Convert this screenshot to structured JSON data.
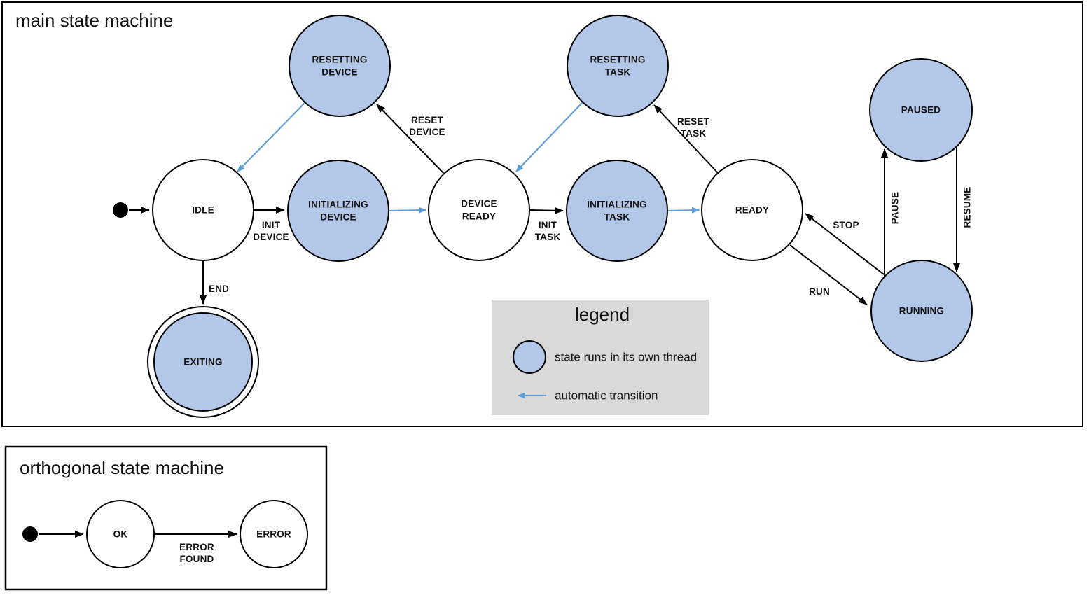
{
  "main": {
    "title": "main state machine",
    "states": {
      "idle": {
        "label": "IDLE"
      },
      "initializing_device": {
        "line1": "INITIALIZING",
        "line2": "DEVICE"
      },
      "device_ready": {
        "line1": "DEVICE",
        "line2": "READY"
      },
      "initializing_task": {
        "line1": "INITIALIZING",
        "line2": "TASK"
      },
      "ready": {
        "label": "READY"
      },
      "resetting_device": {
        "line1": "RESETTING",
        "line2": "DEVICE"
      },
      "resetting_task": {
        "line1": "RESETTING",
        "line2": "TASK"
      },
      "paused": {
        "label": "PAUSED"
      },
      "running": {
        "label": "RUNNING"
      },
      "exiting": {
        "label": "EXITING"
      }
    },
    "transitions": {
      "init_device": {
        "line1": "INIT",
        "line2": "DEVICE"
      },
      "reset_device": {
        "line1": "RESET",
        "line2": "DEVICE"
      },
      "init_task": {
        "line1": "INIT",
        "line2": "TASK"
      },
      "reset_task": {
        "line1": "RESET",
        "line2": "TASK"
      },
      "stop": {
        "label": "STOP"
      },
      "run": {
        "label": "RUN"
      },
      "pause": {
        "label": "PAUSE"
      },
      "resume": {
        "label": "RESUME"
      },
      "end": {
        "label": "END"
      }
    }
  },
  "legend": {
    "title": "legend",
    "thread_item": "state runs in its own thread",
    "auto_item": "automatic transition"
  },
  "orthogonal": {
    "title": "orthogonal state machine",
    "states": {
      "ok": {
        "label": "OK"
      },
      "error": {
        "label": "ERROR"
      }
    },
    "transitions": {
      "error_found": {
        "line1": "ERROR",
        "line2": "FOUND"
      }
    }
  },
  "colors": {
    "threaded_state_fill": "#b3c7e8",
    "state_stroke": "#000000",
    "automatic_transition_arrow": "#5b9bd5",
    "legend_background": "#d9d9d9"
  }
}
